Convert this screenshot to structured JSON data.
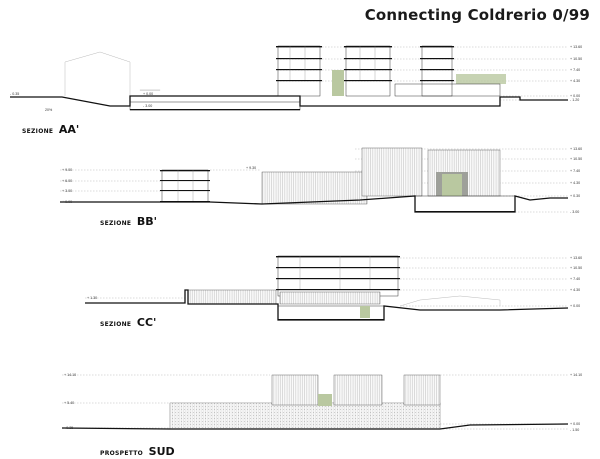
{
  "title": "Connecting Coldrerio 0/99",
  "sections": [
    {
      "id": "aa",
      "label_small": "SEZIONE",
      "label_big": "AA'",
      "levels_right": [
        "+ 13.60",
        "+ 10.50",
        "+ 7.40",
        "+ 4.30",
        "+ 0.00",
        "- 1.20"
      ],
      "levels_left": [
        "- 0.35"
      ],
      "levels_mid": [
        "+ 0.00",
        "- 3.00"
      ],
      "slope_label": "20%"
    },
    {
      "id": "bb",
      "label_small": "SEZIONE",
      "label_big": "BB'",
      "levels_right": [
        "+ 13.60",
        "+ 10.50",
        "+ 7.40",
        "+ 4.30",
        "+ 0.30",
        "- 3.00"
      ],
      "levels_left": [
        "+ 9.00",
        "+ 6.00",
        "+ 3.00",
        "+ 0.00"
      ],
      "levels_mid": [
        "+ 9.30"
      ]
    },
    {
      "id": "cc",
      "label_small": "SEZIONE",
      "label_big": "CC'",
      "levels_right": [
        "+ 13.60",
        "+ 10.50",
        "+ 7.40",
        "+ 4.30",
        "+ 0.00"
      ],
      "levels_left": [
        "+ 1.30"
      ]
    },
    {
      "id": "sud",
      "label_small": "PROSPETTO",
      "label_big": "SUD",
      "levels_right": [
        "+ 14.10",
        "+ 0.00",
        "- 1.50"
      ],
      "levels_left": [
        "+ 14.10",
        "+ 5.40",
        "- 0.35"
      ]
    }
  ]
}
